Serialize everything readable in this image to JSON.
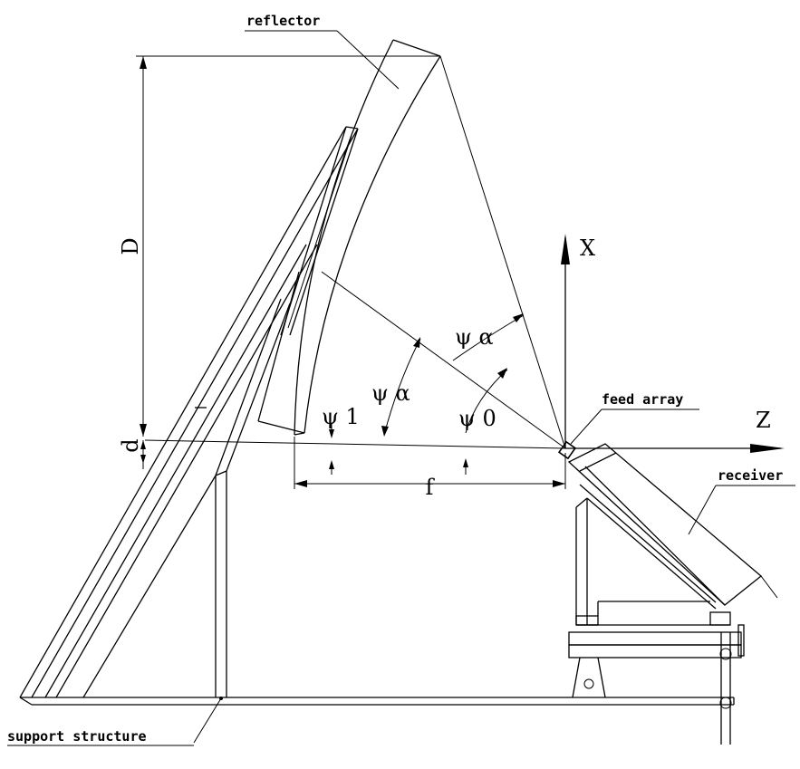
{
  "labels": {
    "reflector": "reflector",
    "feed_array": "feed array",
    "receiver": "receiver",
    "support_structure": "support structure"
  },
  "symbols": {
    "D": "D",
    "d": "d",
    "f": "f",
    "psi_alpha_top": "ψ α",
    "psi_alpha_mid": "ψ α",
    "psi_1": "ψ 1",
    "psi_0": "ψ 0",
    "X": "X",
    "Z": "Z"
  }
}
